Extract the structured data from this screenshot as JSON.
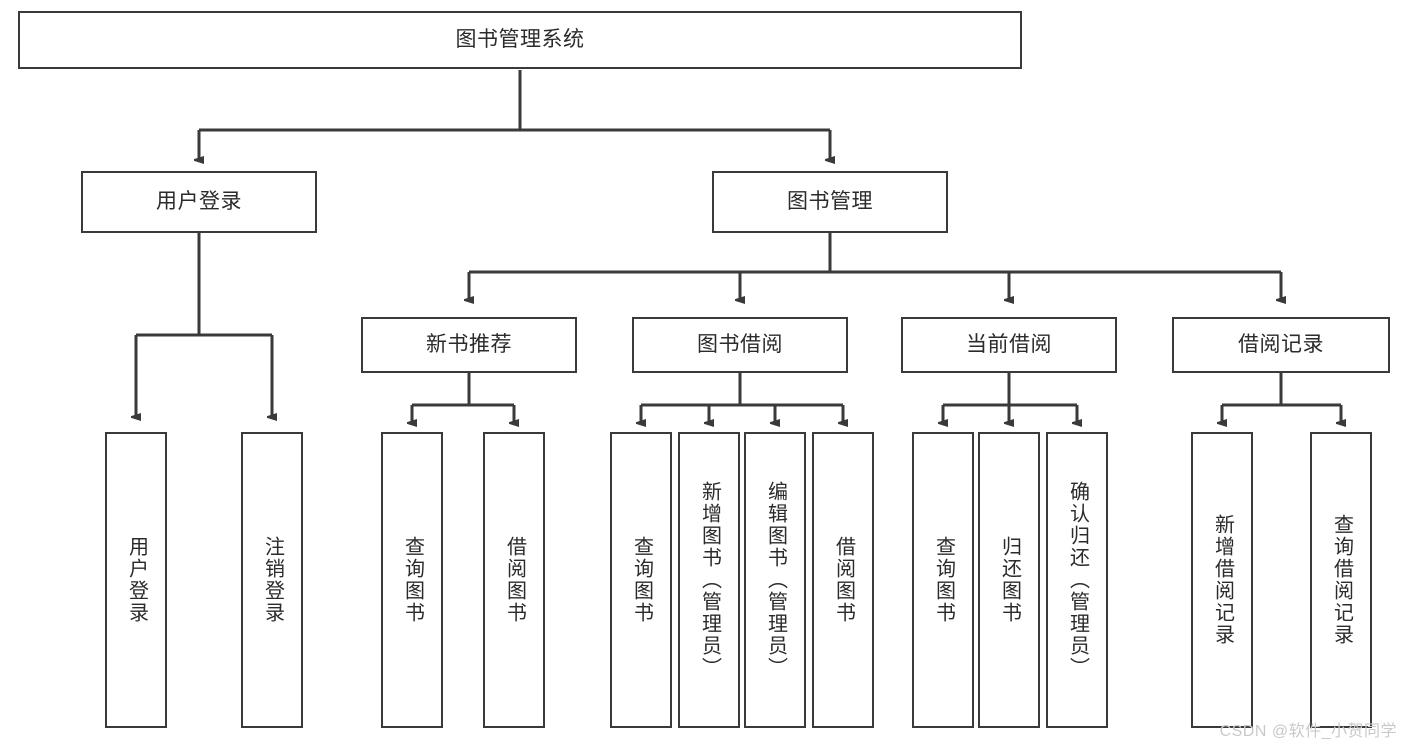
{
  "diagram": {
    "type": "tree-hierarchy",
    "title": "图书管理系统",
    "watermark": "CSDN @软件_小贺同学",
    "colors": {
      "stroke": "#3a3a3a",
      "fill": "#ffffff",
      "text": "#2b2b2b",
      "watermark": "#c9c9c9"
    },
    "levels": {
      "root": {
        "label": "图书管理系统"
      },
      "level2": [
        {
          "id": "user-login",
          "label": "用户登录"
        },
        {
          "id": "book-manage",
          "label": "图书管理"
        }
      ],
      "level3": [
        {
          "id": "new-book-recommend",
          "label": "新书推荐"
        },
        {
          "id": "book-borrow",
          "label": "图书借阅"
        },
        {
          "id": "current-borrow",
          "label": "当前借阅"
        },
        {
          "id": "borrow-record",
          "label": "借阅记录"
        }
      ],
      "leaves": [
        {
          "id": "leaf-user-login",
          "label": "用户登录",
          "parent": "user-login"
        },
        {
          "id": "leaf-logout-login",
          "label": "注销登录",
          "parent": "user-login"
        },
        {
          "id": "leaf-query-book-1",
          "label": "查询图书",
          "parent": "new-book-recommend"
        },
        {
          "id": "leaf-borrow-book-1",
          "label": "借阅图书",
          "parent": "new-book-recommend"
        },
        {
          "id": "leaf-query-book-2",
          "label": "查询图书",
          "parent": "book-borrow"
        },
        {
          "id": "leaf-add-book",
          "label": "新增图书（管理员）",
          "parent": "book-borrow"
        },
        {
          "id": "leaf-edit-book",
          "label": "编辑图书（管理员）",
          "parent": "book-borrow"
        },
        {
          "id": "leaf-borrow-book-2",
          "label": "借阅图书",
          "parent": "book-borrow"
        },
        {
          "id": "leaf-query-book-3",
          "label": "查询图书",
          "parent": "current-borrow"
        },
        {
          "id": "leaf-return-book",
          "label": "归还图书",
          "parent": "current-borrow"
        },
        {
          "id": "leaf-confirm-return",
          "label": "确认归还（管理员）",
          "parent": "current-borrow"
        },
        {
          "id": "leaf-add-record",
          "label": "新增借阅记录",
          "parent": "borrow-record"
        },
        {
          "id": "leaf-query-record",
          "label": "查询借阅记录",
          "parent": "borrow-record"
        }
      ]
    }
  }
}
